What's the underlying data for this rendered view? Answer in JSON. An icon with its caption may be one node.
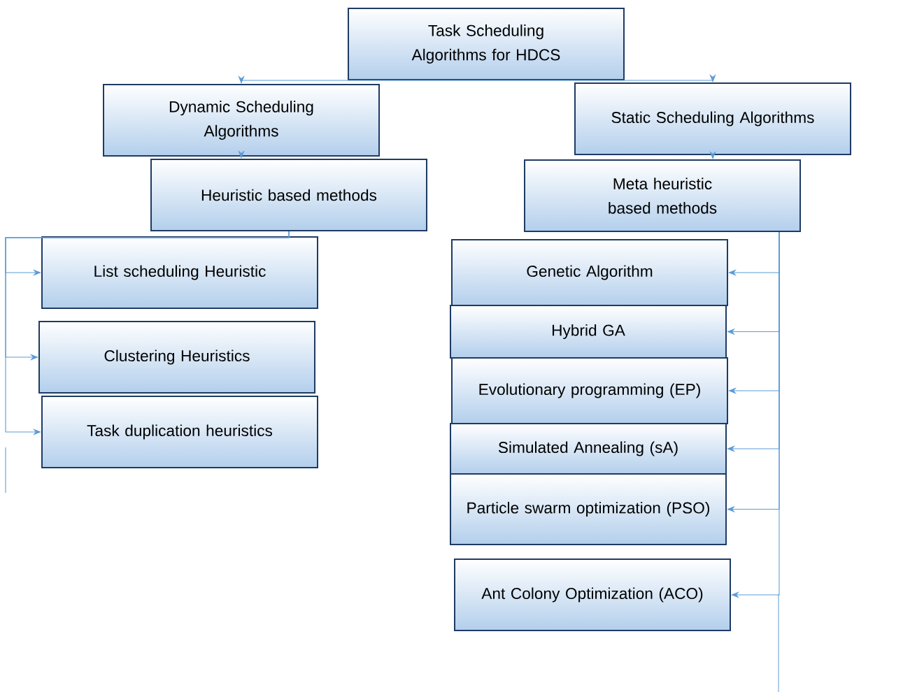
{
  "diagram": {
    "nodes": [
      {
        "text": [
          "Task Scheduling Algorithms for HDCS"
        ]
      },
      {
        "text": [
          "Dynamic Scheduling Algorithms"
        ]
      },
      {
        "text": [
          "Static Scheduling Algorithms"
        ]
      },
      {
        "text": [
          "Heuristic based methods"
        ]
      },
      {
        "text": [
          "Meta heuristic based methods"
        ]
      },
      {
        "text": [
          "List scheduling Heuristic"
        ]
      },
      {
        "text": [
          "Clustering Heuristics"
        ]
      },
      {
        "text": [
          "Task duplication heuristics"
        ]
      },
      {
        "text": [
          "Genetic Algorithm"
        ]
      },
      {
        "text": [
          "Hybrid GA"
        ]
      },
      {
        "text": [
          "Evolutionary programming (EP)"
        ]
      },
      {
        "text": [
          "Simulated Annealing (sA)"
        ]
      },
      {
        "text": [
          "Particle swarm optimization (PSO)"
        ]
      },
      {
        "text": [
          "Ant Colony Optimization (ACO)"
        ]
      }
    ],
    "edges": [
      {
        "from": 0,
        "to": 1,
        "arrow": "to"
      },
      {
        "from": 0,
        "to": 2,
        "arrow": "to"
      },
      {
        "from": 1,
        "to": 3,
        "arrow": "to"
      },
      {
        "from": 2,
        "to": 4,
        "arrow": "to"
      },
      {
        "from": 3,
        "to": 5,
        "arrow": "to"
      },
      {
        "from": 3,
        "to": 6,
        "arrow": "to"
      },
      {
        "from": 3,
        "to": 7,
        "arrow": "to"
      },
      {
        "from": 4,
        "to": 8,
        "arrow": "to"
      },
      {
        "from": 4,
        "to": 9,
        "arrow": "to"
      },
      {
        "from": 4,
        "to": 10,
        "arrow": "to"
      },
      {
        "from": 4,
        "to": 11,
        "arrow": "to"
      },
      {
        "from": 4,
        "to": 12,
        "arrow": "to"
      },
      {
        "from": 4,
        "to": 13,
        "arrow": "to"
      }
    ]
  }
}
